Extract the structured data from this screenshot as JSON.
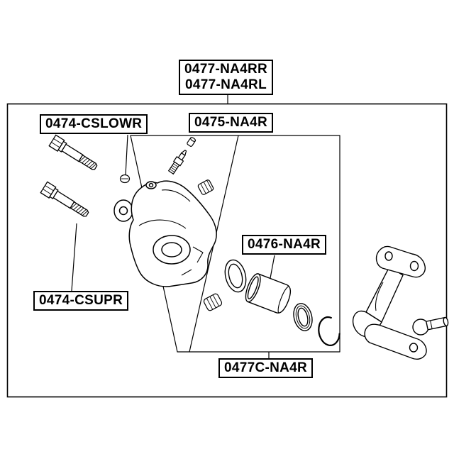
{
  "page": {
    "background": "#ffffff",
    "line_color": "#000000"
  },
  "diagram": {
    "labels": {
      "caliper_assembly_right": "0477-NA4RR",
      "caliper_assembly_left": "0477-NA4RL",
      "slide_pin_lower": "0474-CSLOWR",
      "repair_kit": "0475-NA4R",
      "piston": "0476-NA4R",
      "slide_pin_upper": "0474-CSUPR",
      "bracket_kit": "0477C-NA4R"
    }
  }
}
